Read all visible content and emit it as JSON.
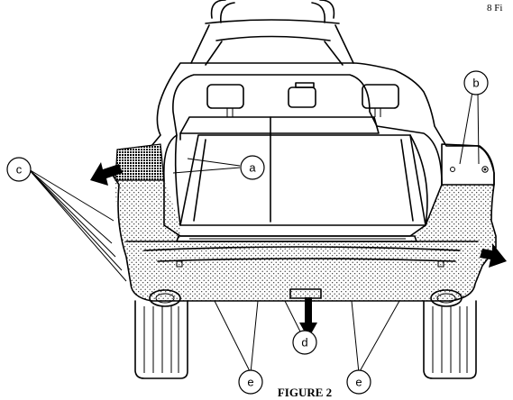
{
  "page_number_fragment": "8 Fi",
  "caption": "FIGURE 2",
  "callouts": {
    "a": "a",
    "b": "b",
    "c": "c",
    "d": "d",
    "e_left": "e",
    "e_right": "e"
  }
}
